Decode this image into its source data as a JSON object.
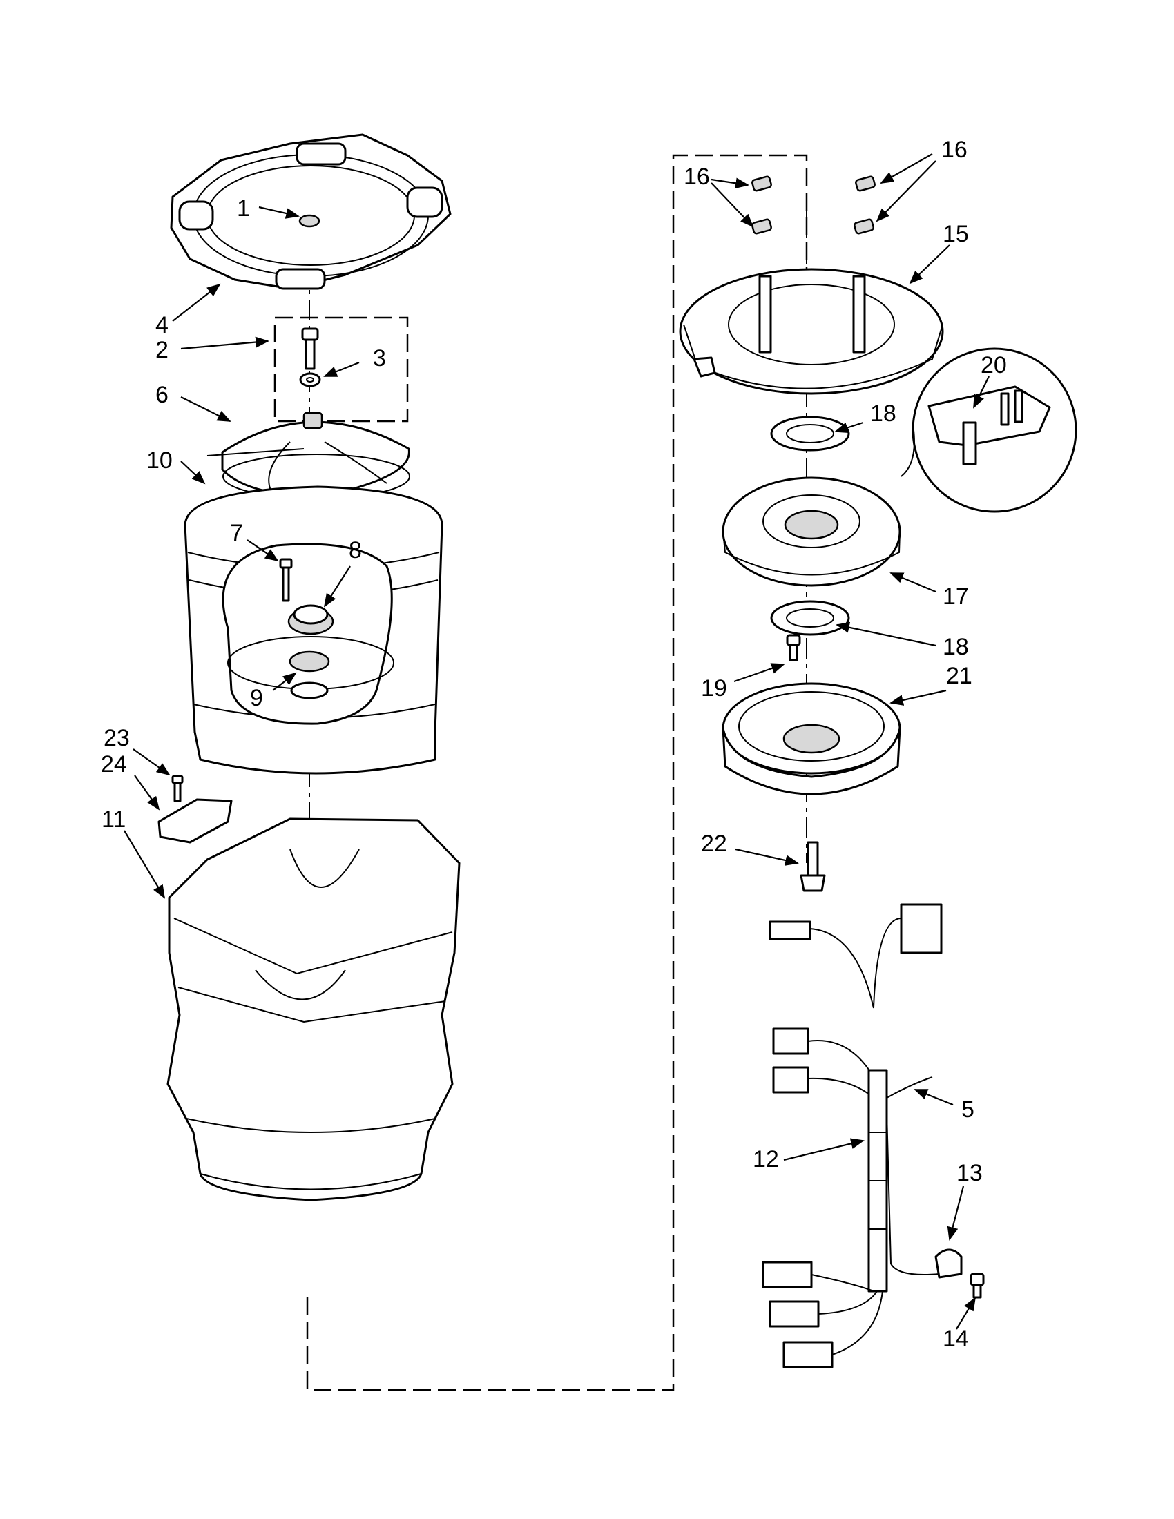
{
  "callouts": {
    "c1": "1",
    "c2": "2",
    "c3": "3",
    "c4": "4",
    "c5": "5",
    "c6": "6",
    "c7": "7",
    "c8": "8",
    "c9": "9",
    "c10": "10",
    "c11": "11",
    "c12": "12",
    "c13": "13",
    "c14": "14",
    "c15": "15",
    "c16a": "16",
    "c16b": "16",
    "c17": "17",
    "c18a": "18",
    "c18b": "18",
    "c19": "19",
    "c20": "20",
    "c21": "21",
    "c22": "22",
    "c23": "23",
    "c24": "24"
  }
}
